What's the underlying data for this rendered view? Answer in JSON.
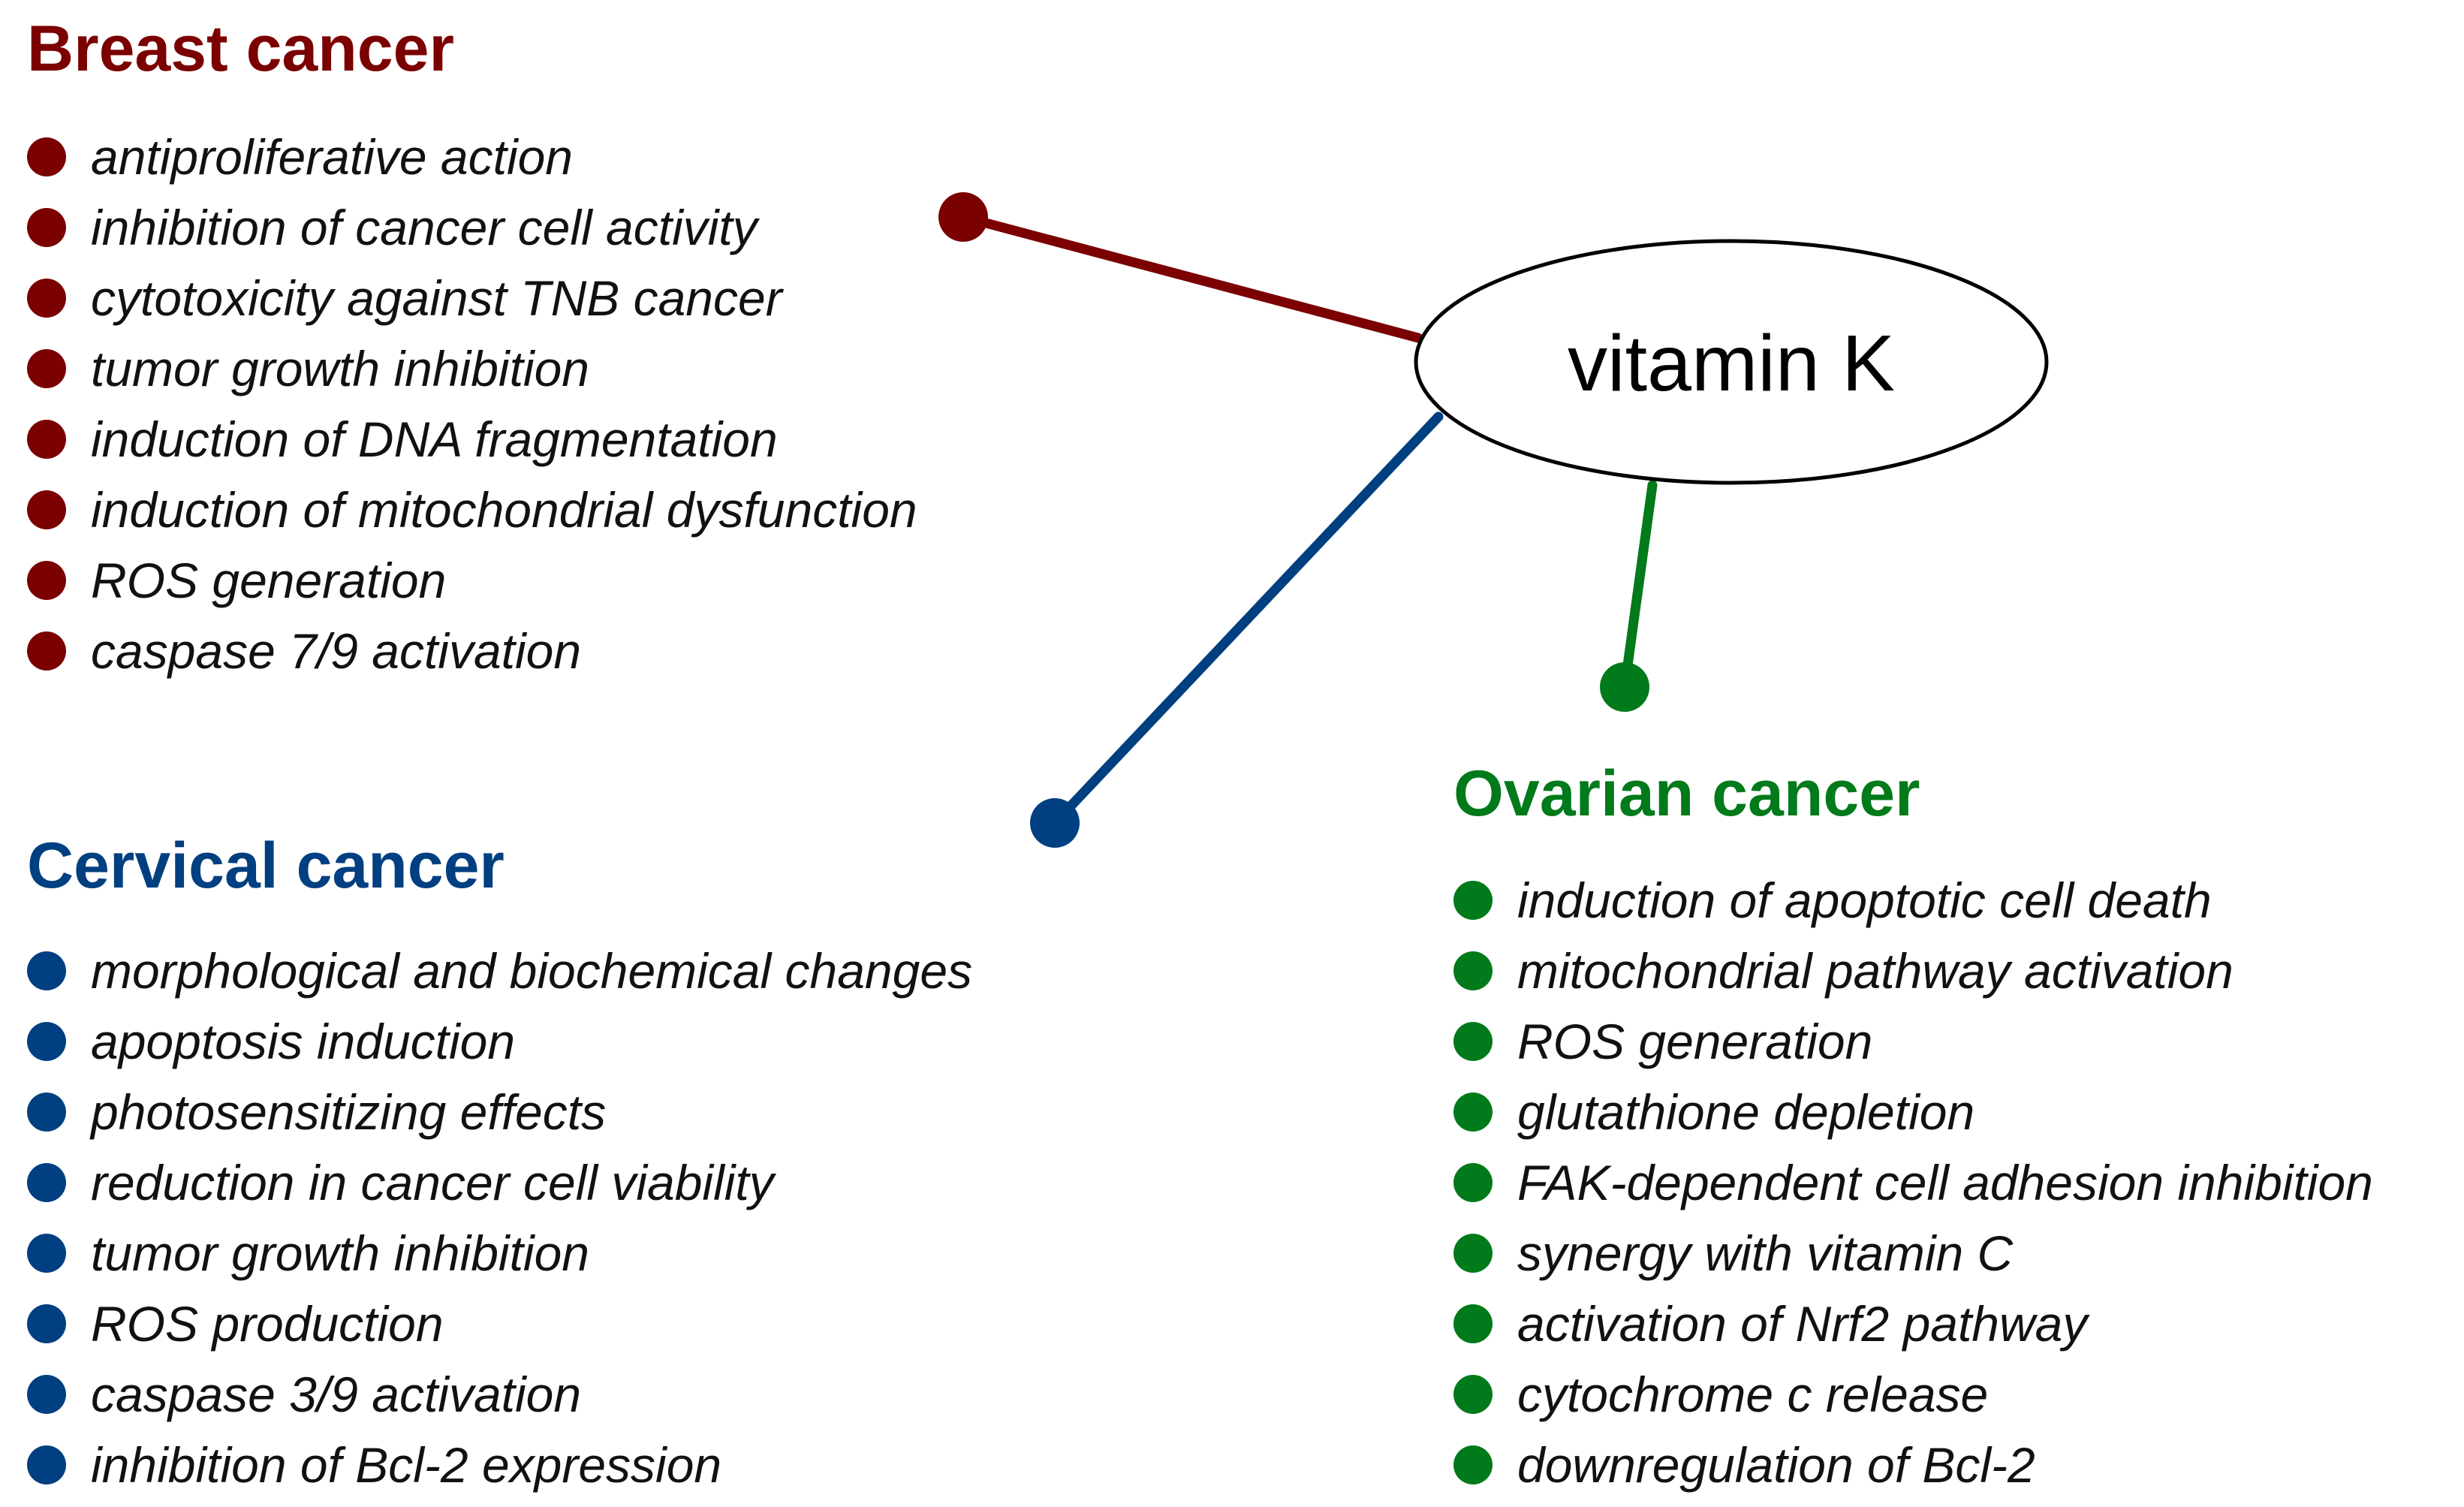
{
  "center": {
    "label": "vitamin K"
  },
  "colors": {
    "breast": "#7b0000",
    "cervical": "#003f80",
    "ovarian": "#007a1a",
    "center_outline": "#000000"
  },
  "groups": {
    "breast": {
      "title": "Breast cancer",
      "items": [
        "antiproliferative action",
        "inhibition of cancer cell activity",
        "cytotoxicity against TNB cancer",
        "tumor growth inhibition",
        "induction of DNA fragmentation",
        "induction of mitochondrial dysfunction",
        "ROS generation",
        "caspase 7/9 activation"
      ]
    },
    "cervical": {
      "title": "Cervical cancer",
      "items": [
        "morphological and biochemical changes",
        "apoptosis induction",
        "photosensitizing effects",
        "reduction in cancer cell viability",
        "tumor growth inhibition",
        "ROS production",
        "caspase 3/9 activation",
        "inhibition of Bcl-2 expression"
      ]
    },
    "ovarian": {
      "title": "Ovarian cancer",
      "items": [
        "induction of apoptotic cell death",
        "mitochondrial pathway activation",
        "ROS generation",
        "glutathione depletion",
        "FAK-dependent cell adhesion inhibition",
        "synergy with vitamin C",
        "activation of Nrf2 pathway",
        "cytochrome c release",
        "downregulation of Bcl-2"
      ]
    }
  }
}
